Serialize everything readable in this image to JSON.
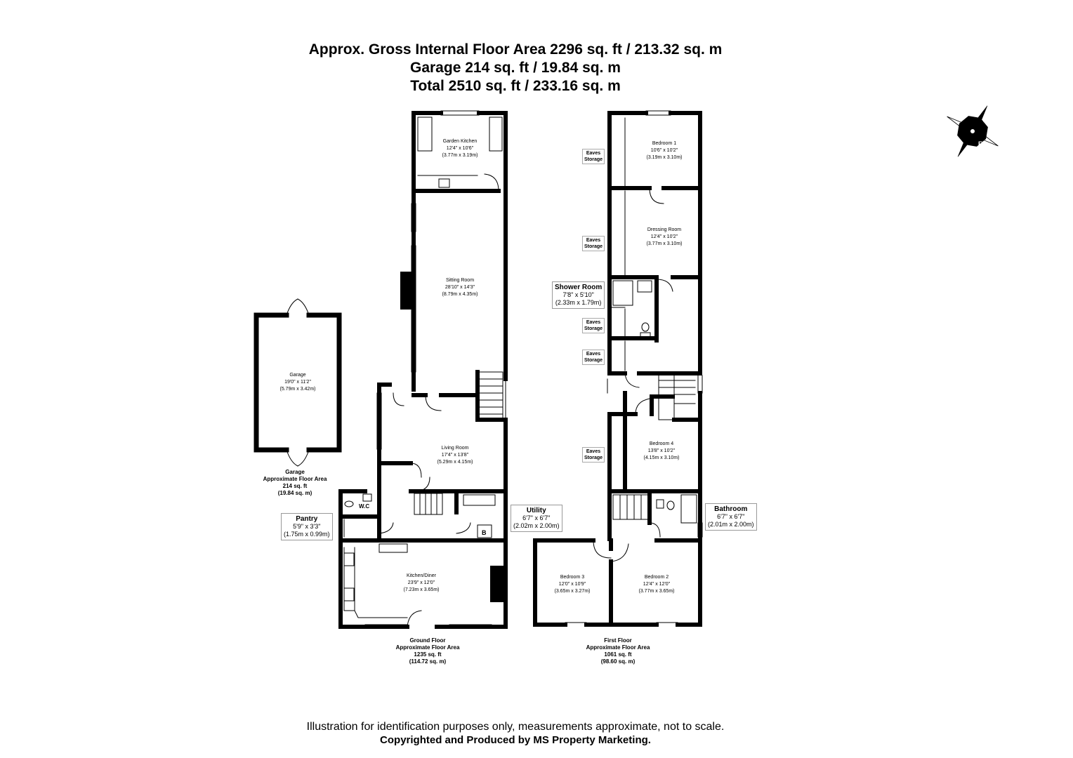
{
  "header": {
    "line1": "Approx. Gross Internal Floor Area 2296 sq. ft / 213.32 sq. m",
    "line2": "Garage 214 sq. ft / 19.84 sq. m",
    "line3": "Total 2510 sq. ft / 233.16 sq. m"
  },
  "rooms": {
    "garden_kitchen": {
      "name": "Garden Kitchen",
      "imperial": "12'4\" x 10'6\"",
      "metric": "(3.77m x 3.19m)"
    },
    "sitting_room": {
      "name": "Sitting Room",
      "imperial": "28'10\" x 14'3\"",
      "metric": "(8.79m x 4.35m)"
    },
    "garage": {
      "name": "Garage",
      "imperial": "19'0\" x 11'2\"",
      "metric": "(5.79m x 3.42m)"
    },
    "living_room": {
      "name": "Living Room",
      "imperial": "17'4\" x 13'8\"",
      "metric": "(5.29m x 4.15m)"
    },
    "kitchen_diner": {
      "name": "Kitchen/Diner",
      "imperial": "23'9\" x 12'0\"",
      "metric": "(7.23m x 3.65m)"
    },
    "bedroom1": {
      "name": "Bedroom 1",
      "imperial": "10'6\" x 10'2\"",
      "metric": "(3.19m x 3.10m)"
    },
    "dressing_room": {
      "name": "Dressing Room",
      "imperial": "12'4\" x 10'2\"",
      "metric": "(3.77m x 3.10m)"
    },
    "bedroom4": {
      "name": "Bedroom 4",
      "imperial": "13'8\" x 10'2\"",
      "metric": "(4.15m x 3.10m)"
    },
    "bedroom3": {
      "name": "Bedroom 3",
      "imperial": "12'0\" x 10'9\"",
      "metric": "(3.65m x 3.27m)"
    },
    "bedroom2": {
      "name": "Bedroom 2",
      "imperial": "12'4\" x 12'0\"",
      "metric": "(3.77m x 3.65m)"
    }
  },
  "boxed": {
    "shower_room": {
      "name": "Shower Room",
      "imperial": "7'8\" x 5'10\"",
      "metric": "(2.33m x 1.79m)"
    },
    "pantry": {
      "name": "Pantry",
      "imperial": "5'9\" x 3'3\"",
      "metric": "(1.75m x 0.99m)"
    },
    "utility": {
      "name": "Utility",
      "imperial": "6'7\" x 6'7\"",
      "metric": "(2.02m x 2.00m)"
    },
    "bathroom": {
      "name": "Bathroom",
      "imperial": "6'7\" x 6'7\"",
      "metric": "(2.01m x 2.00m)"
    }
  },
  "small_labels": {
    "wc": "W.C",
    "boiler": "B"
  },
  "eaves": {
    "line1": "Eaves",
    "line2": "Storage"
  },
  "floors": {
    "garage": {
      "l1": "Garage",
      "l2": "Approximate Floor Area",
      "l3": "214 sq. ft",
      "l4": "(19.84 sq. m)"
    },
    "ground": {
      "l1": "Ground Floor",
      "l2": "Approximate Floor Area",
      "l3": "1235 sq. ft",
      "l4": "(114.72 sq. m)"
    },
    "first": {
      "l1": "First Floor",
      "l2": "Approximate Floor Area",
      "l3": "1061 sq. ft",
      "l4": "(98.60 sq. m)"
    }
  },
  "compass": {
    "n": "N",
    "e": "E",
    "s": "S",
    "w": "W"
  },
  "footer": {
    "line1": "Illustration for identification purposes only, measurements approximate, not to scale.",
    "line2": "Copyrighted  and Produced by MS Property Marketing."
  }
}
